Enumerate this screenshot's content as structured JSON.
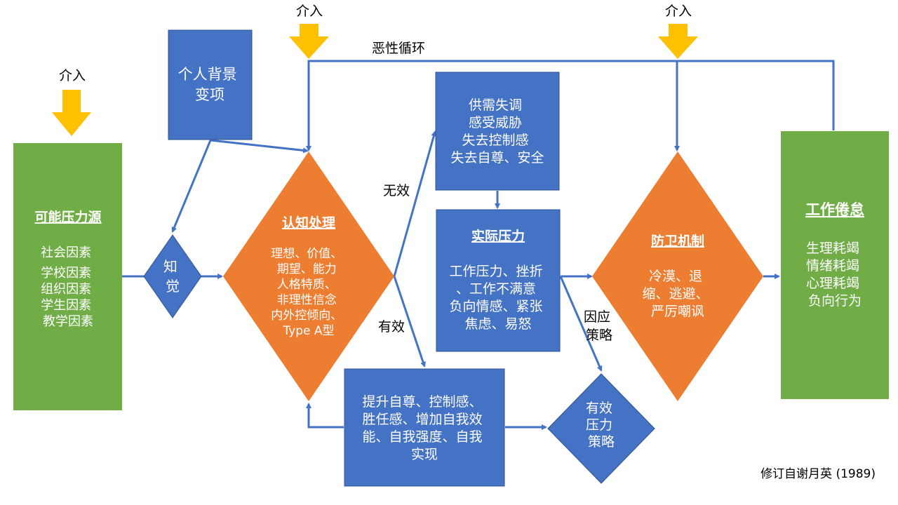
{
  "colors": {
    "blue": "#4472C4",
    "green": "#70AD47",
    "orange": "#ED7D31",
    "yellow": "#FFC000",
    "connector": "#4472C4"
  },
  "interventions": [
    "介入",
    "介入",
    "介入"
  ],
  "labels": {
    "vicious_cycle": "恶性循环",
    "ineffective": "无效",
    "effective": "有效",
    "coping_strategy": [
      "因应",
      "策略"
    ],
    "credit": "修订自谢月英 (1989)"
  },
  "stress_sources": {
    "title": "可能压力源",
    "items": [
      "社会因素",
      "",
      "学校因素",
      "组织因素",
      "学生因素",
      "教学因素"
    ]
  },
  "personal_background": {
    "lines": [
      "个人背景",
      "变项"
    ]
  },
  "perception": {
    "lines": [
      "知",
      "觉"
    ]
  },
  "cognitive_processing": {
    "title": "认知处理",
    "items": [
      "理想、价值、",
      "期望、能力",
      "人格特质、",
      "非理性信念",
      "内外控倾向、",
      "Type A型"
    ]
  },
  "imbalance": {
    "lines": [
      "供需失调",
      "感受威胁",
      "失去控制感",
      "失去自尊、安全"
    ]
  },
  "actual_stress": {
    "title": "实际压力",
    "items": [
      "工作压力、挫折",
      "、工作不满意",
      "负向情感、紧张",
      "焦虑、易怒"
    ]
  },
  "positive_outcome": {
    "lines": [
      "提升自尊、控制感、",
      "胜任感、增加自我效",
      "能、自我强度、自我",
      "实现"
    ]
  },
  "effective_strategy": {
    "lines": [
      "有效",
      "压力",
      "策略"
    ]
  },
  "defense_mechanism": {
    "title": "防卫机制",
    "items": [
      "冷漠、退",
      "缩、逃避、",
      "严厉嘲讽"
    ]
  },
  "burnout": {
    "title": "工作倦怠",
    "items": [
      "生理耗竭",
      "情绪耗竭",
      "心理耗竭",
      "负向行为"
    ]
  }
}
